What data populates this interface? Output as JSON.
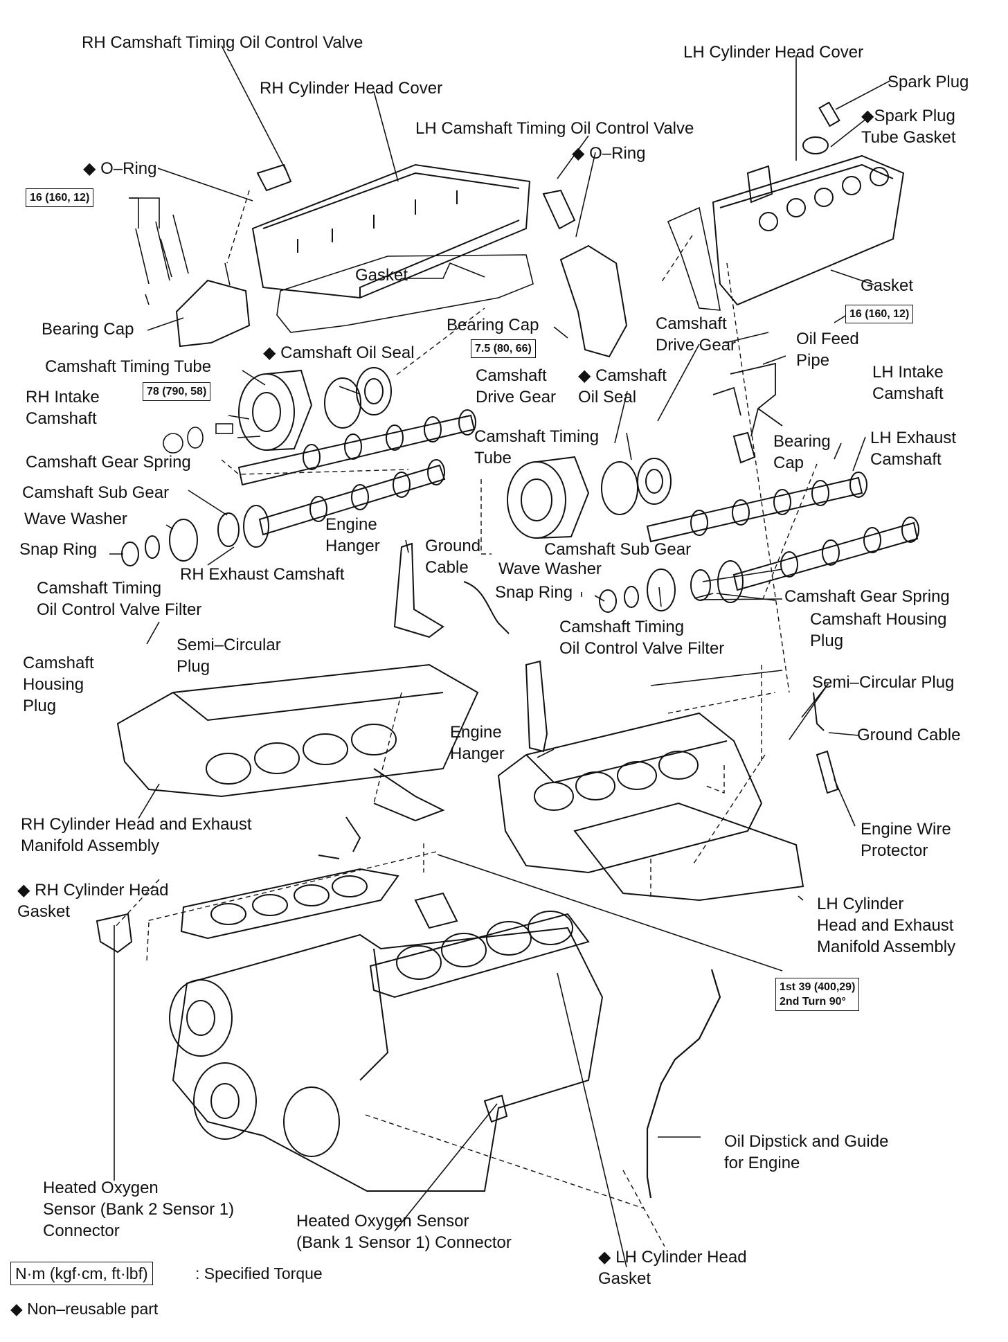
{
  "labels": {
    "rh_ocv": "RH Camshaft Timing Oil Control Valve",
    "rh_head_cover": "RH Cylinder Head Cover",
    "lh_head_cover": "LH Cylinder Head Cover",
    "spark_plug": "Spark Plug",
    "spark_plug_tube_gasket": [
      "◆Spark Plug",
      "Tube Gasket"
    ],
    "lh_ocv": "LH Camshaft Timing Oil Control Valve",
    "o_ring_rh": "◆ O–Ring",
    "o_ring_lh": "◆ O–Ring",
    "gasket_rh": "Gasket",
    "gasket_lh": "Gasket",
    "bearing_cap_rh": "Bearing Cap",
    "bearing_cap_center": "Bearing Cap",
    "camshaft_drive_gear_lh": [
      "Camshaft",
      "Drive Gear"
    ],
    "oil_feed_pipe": [
      "Oil Feed",
      "Pipe"
    ],
    "camshaft_oil_seal_rh": "◆ Camshaft Oil Seal",
    "camshaft_timing_tube_rh": "Camshaft Timing Tube",
    "camshaft_drive_gear_rh": [
      "Camshaft",
      "Drive Gear"
    ],
    "camshaft_oil_seal_lh": [
      "◆ Camshaft",
      "Oil Seal"
    ],
    "lh_intake_camshaft": [
      "LH Intake",
      "Camshaft"
    ],
    "rh_intake_camshaft": [
      "RH Intake",
      "Camshaft"
    ],
    "camshaft_timing_tube_lh": [
      "Camshaft Timing",
      "Tube"
    ],
    "bearing_cap_lh": [
      "Bearing",
      "Cap"
    ],
    "lh_exhaust_camshaft": [
      "LH Exhaust",
      "Camshaft"
    ],
    "camshaft_gear_spring_rh": "Camshaft Gear Spring",
    "camshaft_sub_gear_rh": "Camshaft Sub Gear",
    "wave_washer_rh": "Wave Washer",
    "snap_ring_rh": "Snap Ring",
    "rh_exhaust_camshaft": "RH Exhaust Camshaft",
    "engine_hanger_upper": [
      "Engine",
      "Hanger"
    ],
    "ground_cable_center": [
      "Ground",
      "Cable"
    ],
    "camshaft_sub_gear_lh": "Camshaft Sub Gear",
    "wave_washer_lh": "Wave Washer",
    "snap_ring_lh": "Snap Ring",
    "camshaft_gear_spring_lh": "Camshaft Gear Spring",
    "ocv_filter_rh": [
      "Camshaft Timing",
      "Oil Control Valve Filter"
    ],
    "camshaft_housing_plug_lh": [
      "Camshaft Housing",
      "Plug"
    ],
    "semi_circular_plug_rh": [
      "Semi–Circular",
      "Plug"
    ],
    "ocv_filter_lh": [
      "Camshaft Timing",
      "Oil Control Valve Filter"
    ],
    "camshaft_housing_plug_rh": [
      "Camshaft",
      "Housing",
      "Plug"
    ],
    "semi_circular_plug_lh": "Semi–Circular Plug",
    "ground_cable_right": "Ground Cable",
    "engine_hanger_lower": [
      "Engine",
      "Hanger"
    ],
    "rh_head_exhaust_assy": [
      "RH Cylinder Head and Exhaust",
      "Manifold Assembly"
    ],
    "engine_wire_protector": [
      "Engine Wire",
      "Protector"
    ],
    "rh_head_gasket": [
      "◆ RH Cylinder Head",
      "Gasket"
    ],
    "lh_head_exhaust_assy": [
      "LH Cylinder",
      "Head and Exhaust",
      "Manifold Assembly"
    ],
    "oil_dipstick": [
      "Oil Dipstick and Guide",
      "for Engine"
    ],
    "ho2s_bank2": [
      "Heated Oxygen",
      "Sensor (Bank 2 Sensor 1)",
      "Connector"
    ],
    "ho2s_bank1": [
      "Heated Oxygen Sensor",
      "(Bank 1 Sensor 1) Connector"
    ],
    "lh_head_gasket": [
      "◆ LH Cylinder Head",
      "Gasket"
    ]
  },
  "torques": {
    "rh_cover_bolts": "16 (160, 12)",
    "lh_cover_bolts": "16 (160, 12)",
    "drive_gear_bolts": "7.5 (80, 66)",
    "timing_tube_bolt": "78 (790, 58)",
    "head_bolts": [
      "1st 39 (400,29)",
      "2nd Turn 90°"
    ]
  },
  "legend": {
    "torque_unit": "N·m (kgf·cm, ft·lbf)",
    "torque_desc": ": Specified Torque",
    "non_reusable": "◆ Non–reusable part"
  }
}
